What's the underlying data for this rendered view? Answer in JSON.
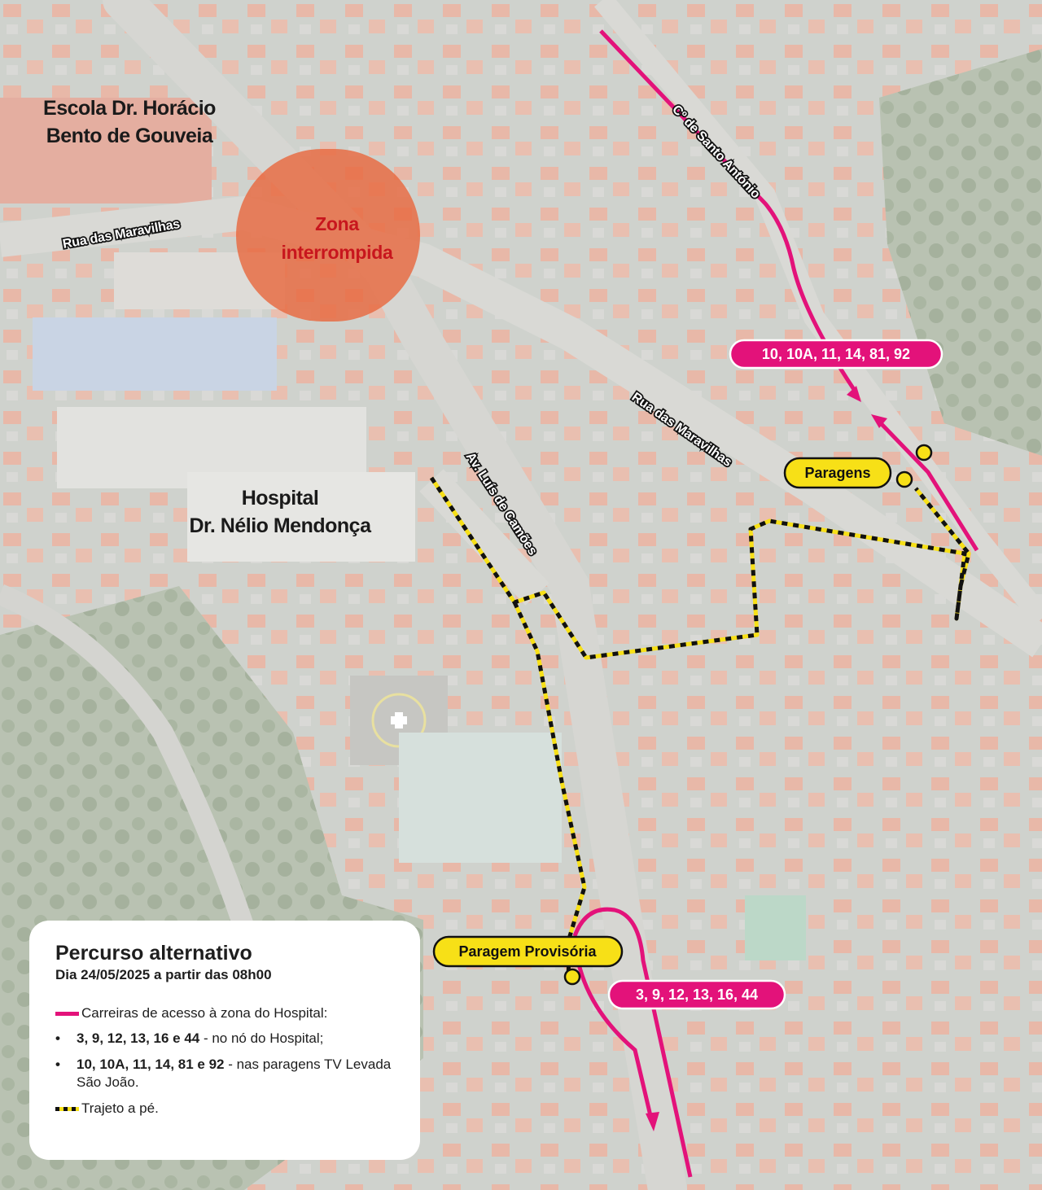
{
  "places": {
    "school_line1": "Escola Dr. Horácio",
    "school_line2": "Bento de Gouveia",
    "hospital_line1": "Hospital",
    "hospital_line2": "Dr. Nélio Mendonça"
  },
  "streets": {
    "rua_maravilhas_west": "Rua das Maravilhas",
    "rua_maravilhas_east": "Rua das Maravilhas",
    "caminho_santo_antonio": "Cº de Santo António",
    "av_luis_camoes": "Av. Luís de Camões"
  },
  "zone": {
    "line1": "Zona",
    "line2": "interrompida"
  },
  "route_labels": {
    "north": "10, 10A, 11, 14, 81, 92",
    "south": "3, 9, 12, 13, 16, 44"
  },
  "stops": {
    "paragens": "Paragens",
    "paragem_provisoria": "Paragem Provisória"
  },
  "legend": {
    "title": "Percurso alternativo",
    "subtitle": "Dia 24/05/2025 a partir das 08h00",
    "routes_label": "Carreiras de acesso à zona do Hospital:",
    "bullet_glyph": "•",
    "item1_bold": "3, 9, 12, 13, 16 e 44",
    "item1_rest": " - no nó do Hospital;",
    "item2_bold": "10, 10A, 11, 14, 81 e 92",
    "item2_rest": " - nas paragens TV Levada São João.",
    "walk_label": "Trajeto a pé."
  },
  "colors": {
    "route_pink": "#e3127a",
    "stop_yellow": "#f7e017",
    "zone_orange": "#e8693f",
    "zone_text_red": "#c8161d",
    "walk_black": "#111111"
  }
}
